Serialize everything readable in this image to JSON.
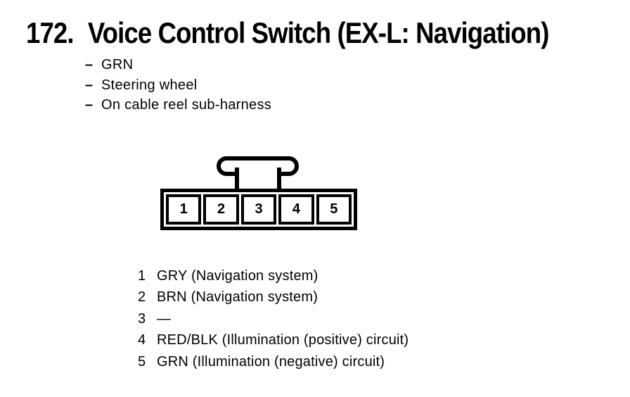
{
  "header": {
    "number": "172.",
    "title": "Voice Control Switch (EX-L: Navigation)"
  },
  "notes": {
    "dash": "–",
    "items": [
      "GRN",
      "Steering wheel",
      "On cable reel sub-harness"
    ]
  },
  "connector": {
    "cells": [
      "1",
      "2",
      "3",
      "4",
      "5"
    ]
  },
  "pins": [
    {
      "pin": "1",
      "desc": "GRY (Navigation system)"
    },
    {
      "pin": "2",
      "desc": "BRN (Navigation system)"
    },
    {
      "pin": "3",
      "desc": "—"
    },
    {
      "pin": "4",
      "desc": "RED/BLK (Illumination (positive) circuit)"
    },
    {
      "pin": "5",
      "desc": "GRN (Illumination (negative) circuit)"
    }
  ],
  "colors": {
    "ink": "#000000",
    "paper": "#ffffff"
  }
}
